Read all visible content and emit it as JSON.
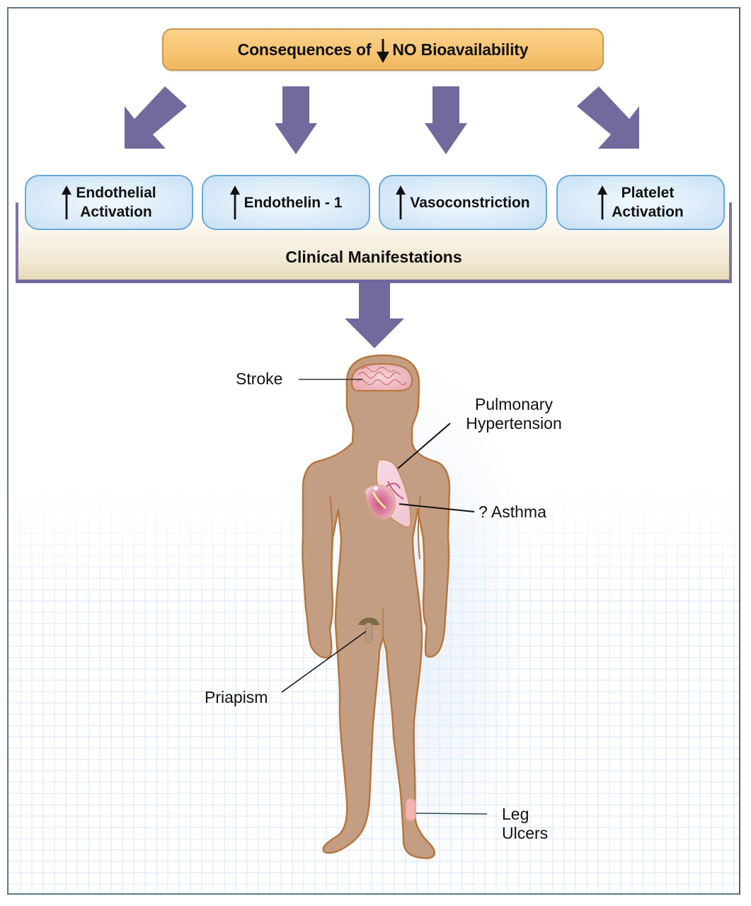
{
  "title": {
    "prefix": "Consequences of",
    "arrow_icon": "down-arrow",
    "suffix": "NO Bioavailability"
  },
  "effects": [
    {
      "arrow_icon": "up-arrow",
      "label": "Endothelial\nActivation",
      "line1": "Endothelial",
      "line2": "Activation"
    },
    {
      "arrow_icon": "up-arrow",
      "label": "Endothelin - 1",
      "line1": "Endothelin - 1",
      "line2": ""
    },
    {
      "arrow_icon": "up-arrow",
      "label": "Vasoconstriction",
      "line1": "Vasoconstriction",
      "line2": ""
    },
    {
      "arrow_icon": "up-arrow",
      "label": "Platelet\nActivation",
      "line1": "Platelet",
      "line2": "Activation"
    }
  ],
  "clinical_bar": {
    "label": "Clinical Manifestations"
  },
  "manifestations": [
    {
      "name": "stroke",
      "text": "Stroke"
    },
    {
      "name": "pulmonary-hypertension",
      "line1": "Pulmonary",
      "line2": "Hypertension"
    },
    {
      "name": "asthma",
      "text": "? Asthma"
    },
    {
      "name": "priapism",
      "text": "Priapism"
    },
    {
      "name": "leg-ulcers",
      "line1": "Leg",
      "line2": "Ulcers"
    }
  ],
  "colors": {
    "title_fill": "#f6c574",
    "title_border": "#c99a4f",
    "arrow_fill": "#716a9c",
    "effect_fill": "#dcecf9",
    "effect_border": "#6aa8d8",
    "bar_border": "#7f75a8",
    "skin": "#c49e83",
    "skin_outline": "#b5773f"
  }
}
